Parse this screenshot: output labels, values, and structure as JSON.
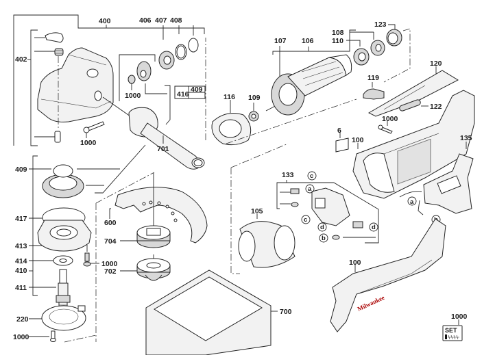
{
  "diagram": {
    "type": "exploded-parts-diagram",
    "subject": "angle grinder",
    "brand_mark": "Milwaukee",
    "labels": {
      "p400": "400",
      "p402": "402",
      "p406": "406",
      "p407": "407",
      "p408": "408",
      "p416": "416",
      "p409_box": "409",
      "p1000_nut": "1000",
      "p1000_screw_top": "1000",
      "p106": "106",
      "p107": "107",
      "p108": "108",
      "p110": "110",
      "p123": "123",
      "p116": "116",
      "p109": "109",
      "p119": "119",
      "p120": "120",
      "p122": "122",
      "p1000_handle": "1000",
      "p6": "6",
      "p100_housing": "100",
      "p135": "135",
      "p701": "701",
      "p409": "409",
      "p417": "417",
      "p413": "413",
      "p414": "414",
      "p410": "410",
      "p411": "411",
      "p220": "220",
      "p1000_bottom": "1000",
      "p1000_side": "1000",
      "p600": "600",
      "p704": "704",
      "p702": "702",
      "p133": "133",
      "p105": "105",
      "p700": "700",
      "p100_body": "100",
      "p1000_set": "1000",
      "circ_c1": "c",
      "circ_a1": "a",
      "circ_c2": "c",
      "circ_d1": "d",
      "circ_b1": "b",
      "circ_d2": "d",
      "circ_a2": "a",
      "circ_b2": "b",
      "set_text": "SET"
    }
  }
}
